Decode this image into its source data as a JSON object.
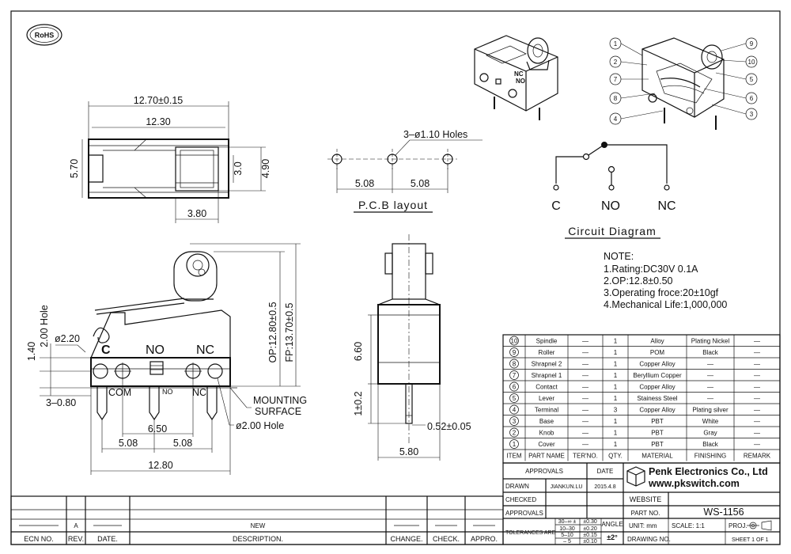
{
  "rohs_logo": "RoHS",
  "top_view": {
    "w_overall": "12.70±0.15",
    "w_body": "12.30",
    "h_body": "5.70",
    "h_roller": "3.0",
    "h_total": "4.90",
    "roller_offset": "3.80"
  },
  "pcb": {
    "holes_label": "3–ø1.10 Holes",
    "pitch_left": "5.08",
    "pitch_right": "5.08",
    "title": "P.C.B layout"
  },
  "circuit": {
    "c": "C",
    "no": "NO",
    "nc": "NC",
    "title": "Circuit Diagram"
  },
  "notes": {
    "title": "NOTE:",
    "lines": [
      "1.Rating:DC30V 0.1A",
      "2.OP:12.8±0.50",
      "3.Operating froce:20±10gf",
      "4.Mechanical Life:1,000,000"
    ]
  },
  "callouts": [
    "1",
    "2",
    "7",
    "8",
    "4",
    "9",
    "10",
    "5",
    "6",
    "3"
  ],
  "front_view": {
    "d_left": "ø2.20",
    "hole_label": "2.00 Hole",
    "dim_140": "1.40",
    "c": "C",
    "no": "NO",
    "nc": "NC",
    "com_pin": "COM",
    "no_pin": "NO",
    "nc_pin": "NC",
    "dim_380_left": "3–0.80",
    "mounting": "MOUNTING",
    "surface": "SURFACE",
    "pin_pitch_650": "6.50",
    "pitch_1": "5.08",
    "pitch_2": "5.08",
    "overall": "12.80",
    "hole_2": "ø2.00  Hole",
    "op": "OP:12.80±0.5",
    "fp": "FP:13.70±0.5"
  },
  "side_view": {
    "h_660": "6.60",
    "tol_02": "1±0.2",
    "pin_w": "0.52±0.05",
    "width": "5.80"
  },
  "bom": {
    "headers": [
      "ITEM",
      "PART NAME",
      "TER'NO.",
      "QTY.",
      "MATERIAL",
      "FINISHING",
      "REMARK"
    ],
    "rows": [
      {
        "item": "10",
        "name": "Spindle",
        "ter": "—",
        "qty": "1",
        "material": "Alloy",
        "finish": "Plating Nickel",
        "remark": "—"
      },
      {
        "item": "9",
        "name": "Roller",
        "ter": "—",
        "qty": "1",
        "material": "POM",
        "finish": "Black",
        "remark": "—"
      },
      {
        "item": "8",
        "name": "Shrapnel 2",
        "ter": "—",
        "qty": "1",
        "material": "Copper Alloy",
        "finish": "—",
        "remark": "—"
      },
      {
        "item": "7",
        "name": "Shrapnel 1",
        "ter": "—",
        "qty": "1",
        "material": "Beryllium Copper",
        "finish": "—",
        "remark": "—"
      },
      {
        "item": "6",
        "name": "Contact",
        "ter": "—",
        "qty": "1",
        "material": "Copper Alloy",
        "finish": "—",
        "remark": "—"
      },
      {
        "item": "5",
        "name": "Lever",
        "ter": "—",
        "qty": "1",
        "material": "Stainess Steel",
        "finish": "—",
        "remark": "—"
      },
      {
        "item": "4",
        "name": "Terminal",
        "ter": "—",
        "qty": "3",
        "material": "Copper Alloy",
        "finish": "Plating silver",
        "remark": "—"
      },
      {
        "item": "3",
        "name": "Base",
        "ter": "—",
        "qty": "1",
        "material": "PBT",
        "finish": "White",
        "remark": "—"
      },
      {
        "item": "2",
        "name": "Knob",
        "ter": "—",
        "qty": "1",
        "material": "PBT",
        "finish": "Gray",
        "remark": "—"
      },
      {
        "item": "1",
        "name": "Cover",
        "ter": "—",
        "qty": "1",
        "material": "PBT",
        "finish": "Black",
        "remark": "—"
      }
    ]
  },
  "title_block": {
    "approvals": "APPROVALS",
    "date": "DATE",
    "drawn": "DRAWN",
    "drawn_by": "JIANKUN.LU",
    "drawn_date": "2015.4.8",
    "checked": "CHECKED",
    "approvals2": "APPROVALS",
    "company": "Penk Electronics Co., Ltd",
    "website_url": "www.pkswitch.com",
    "website": "WEBSITE",
    "part_no_label": "PART NO.",
    "part_no": "WS-1156",
    "tolerances": "TOLERANCES ARE",
    "tol_rows": [
      [
        "30–∞ ±",
        "±0.30"
      ],
      [
        "10–30",
        "±0.20"
      ],
      [
        "5–10",
        "±0.15"
      ],
      [
        "– 5",
        "±0.10"
      ]
    ],
    "angle": "ANGLE",
    "angle_val": "±2°",
    "unit": "UNIT: mm",
    "scale": "SCALE:  1:1",
    "proj": "PROJ.",
    "drawing_no": "DRAWING NO.",
    "sheet": "SHEET  1 OF 1"
  },
  "revision": {
    "a": "A",
    "new": "NEW",
    "headers": [
      "ECN NO.",
      "REV.",
      "DATE.",
      "DESCRIPTION.",
      "CHANGE.",
      "CHECK.",
      "APPRO."
    ]
  }
}
